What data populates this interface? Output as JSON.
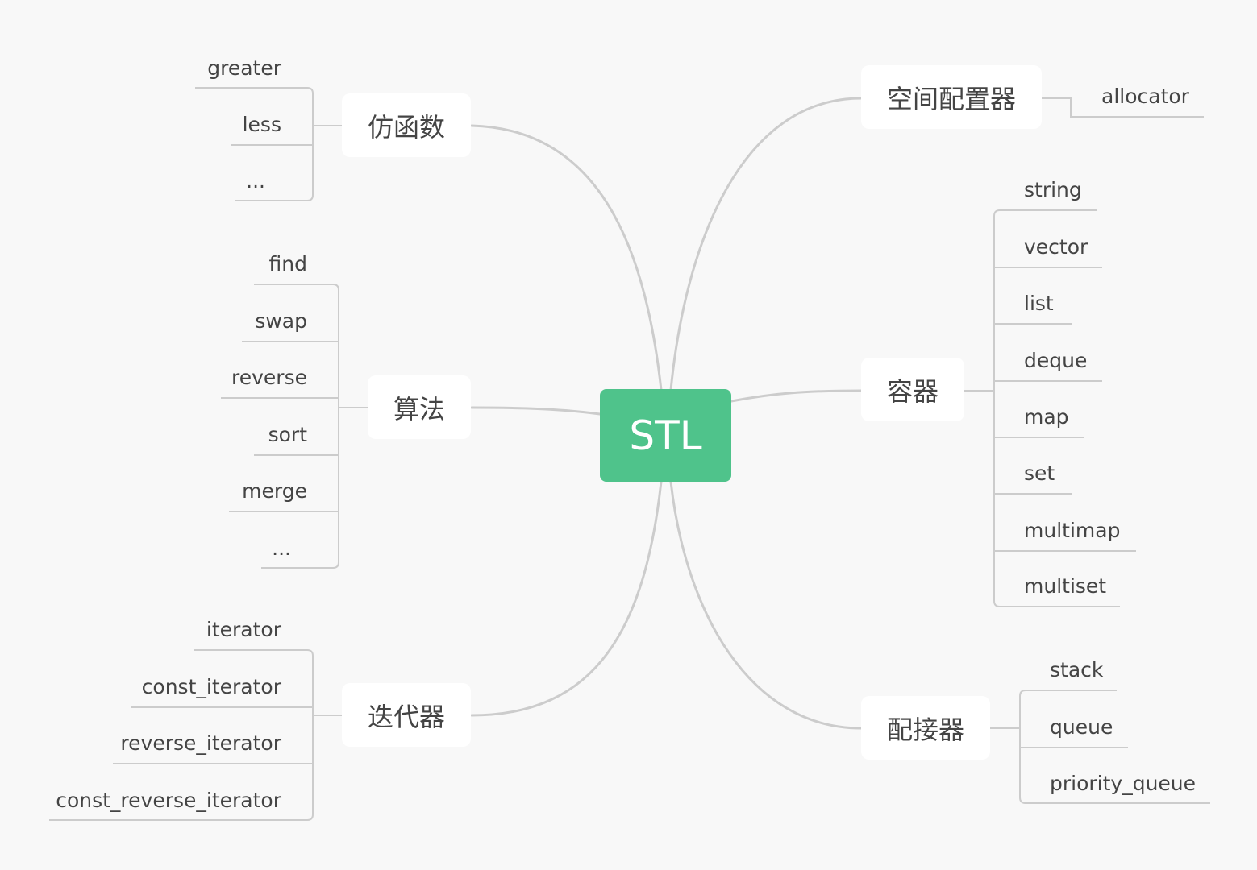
{
  "root": {
    "label": "STL"
  },
  "branches": {
    "functor": {
      "label": "仿函数",
      "children": [
        "greater",
        "less",
        "..."
      ]
    },
    "algorithm": {
      "label": "算法",
      "children": [
        "find",
        "swap",
        "reverse",
        "sort",
        "merge",
        "..."
      ]
    },
    "iterator": {
      "label": "迭代器",
      "children": [
        "iterator",
        "const_iterator",
        "reverse_iterator",
        "const_reverse_iterator"
      ]
    },
    "allocator": {
      "label": "空间配置器",
      "children": [
        "allocator"
      ]
    },
    "container": {
      "label": "容器",
      "children": [
        "string",
        "vector",
        "list",
        "deque",
        "map",
        "set",
        "multimap",
        "multiset"
      ]
    },
    "adapter": {
      "label": "配接器",
      "children": [
        "stack",
        "queue",
        "priority_queue"
      ]
    }
  },
  "colors": {
    "root": "#4fc38b",
    "line": "#cccccc",
    "background": "#f8f8f8",
    "text": "#444444"
  }
}
